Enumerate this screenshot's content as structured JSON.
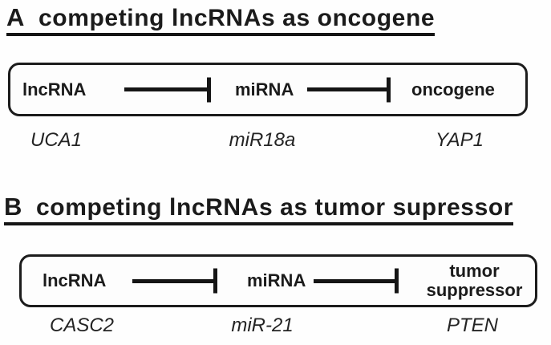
{
  "figure": {
    "description": "Schematic of competing lncRNAs acting through miRNA inhibition",
    "colors": {
      "ink": "#1b1b1b",
      "background": "#ffffff"
    }
  },
  "panels": [
    {
      "letter": "A",
      "title": "competing lncRNAs as oncogene",
      "nodes": [
        "lncRNA",
        "miRNA",
        "oncogene"
      ],
      "examples": [
        "UCA1",
        "miR18a",
        "YAP1"
      ]
    },
    {
      "letter": "B",
      "title": "competing lncRNAs as tumor supressor",
      "nodes": [
        "lncRNA",
        "miRNA",
        "tumor suppressor"
      ],
      "examples": [
        "CASC2",
        "miR-21",
        "PTEN"
      ]
    }
  ]
}
